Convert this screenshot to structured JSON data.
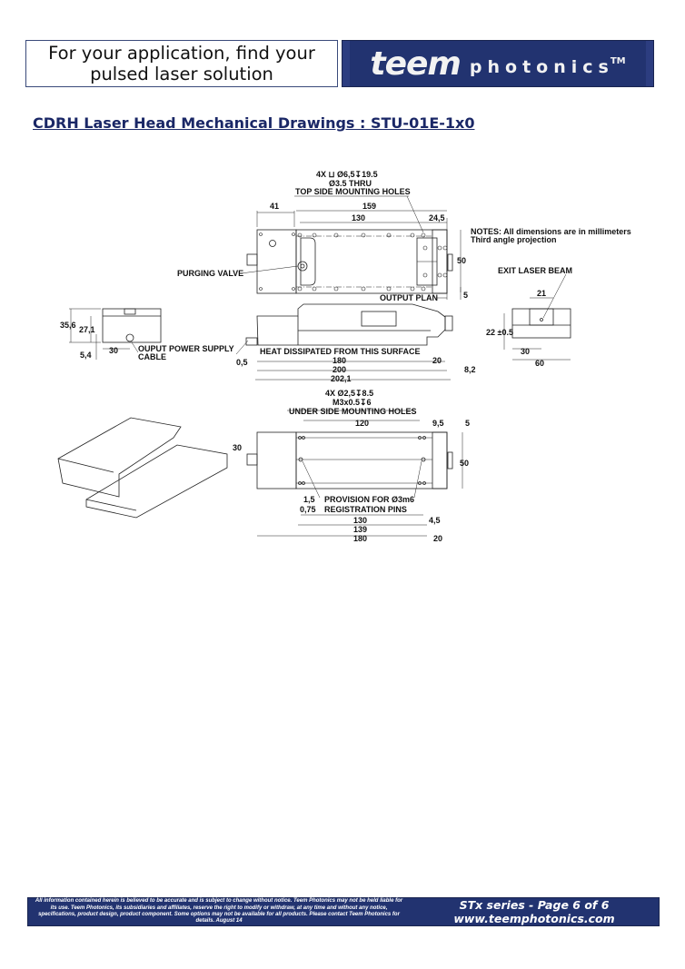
{
  "header": {
    "tagline_line1": "For your application, find your",
    "tagline_line2": "pulsed laser solution",
    "logo_word1": "teem",
    "logo_word2": "photonics",
    "logo_tm": "TM",
    "brand_color": "#223370"
  },
  "title": "CDRH Laser Head Mechanical Drawings : STU-01E-1x0",
  "drawing": {
    "top_holes": {
      "line1": "4X ⊔ Ø6,5↧19.5",
      "line2": "Ø3.5 THRU",
      "line3": "TOP SIDE MOUNTING HOLES"
    },
    "top_view_dims": {
      "d41": "41",
      "d159": "159",
      "d130": "130",
      "d24_5": "24,5",
      "d50": "50",
      "d5": "5"
    },
    "purging_valve": "PURGING VALVE",
    "output_plan": "OUTPUT PLAN",
    "notes_line1": "NOTES: All dimensions are in millimeters",
    "notes_line2": "Third angle projection",
    "exit_beam": "EXIT LASER BEAM",
    "end_view_dims": {
      "d21": "21",
      "d22": "22 ±0.5",
      "d30": "30",
      "d60": "60"
    },
    "left_view_dims": {
      "d35_6": "35,6",
      "d27_1": "27,1",
      "d5_4": "5,4",
      "d30": "30"
    },
    "power_cable_line1": "OUPUT POWER SUPPLY",
    "power_cable_line2": "CABLE",
    "side_view": {
      "heat_label": "HEAT DISSIPATED FROM THIS SURFACE",
      "d0_5": "0,5",
      "d180": "180",
      "d20": "20",
      "d200": "200",
      "d202_1": "202,1",
      "d8_2": "8,2"
    },
    "under_holes": {
      "line1": "4X Ø2,5↧8.5",
      "line2": "M3x0.5↧6",
      "line3": "UNDER SIDE MOUNTING HOLES"
    },
    "bottom_view_dims": {
      "d30": "30",
      "d120": "120",
      "d9_5": "9,5",
      "d5": "5",
      "d50": "50",
      "d1_5": "1,5",
      "d0_75": "0,75",
      "d130": "130",
      "d4_5": "4,5",
      "d139": "139",
      "d180": "180",
      "d20": "20"
    },
    "pins_line1": "PROVISION FOR Ø3m6",
    "pins_line2": "REGISTRATION PINS"
  },
  "footer": {
    "disclaimer": "All information contained herein is believed to be accurate and is subject to change without notice. Teem Photonics may not be held liable for its use. Teem Photonics, its subsidiaries and affiliates, reserve the right to modify or withdraw, at any time and without any notice, specifications, product design, product component. Some options may not be available for all products. Please contact Teem Photonics for details. August 14",
    "series_page": "STx series - Page 6 of 6",
    "website": "www.teemphotonics.com"
  }
}
